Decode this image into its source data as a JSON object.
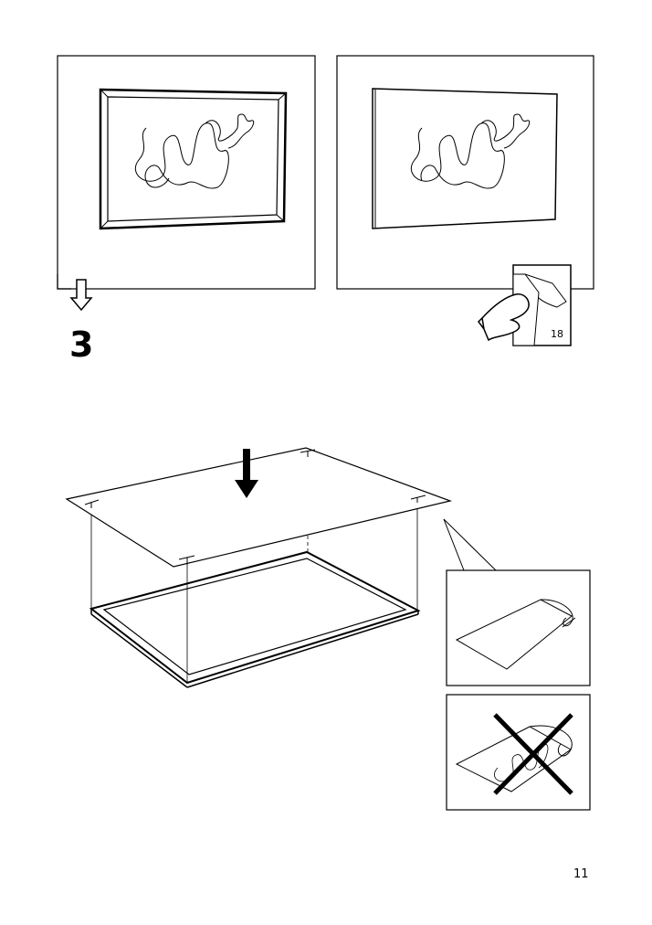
{
  "step": {
    "number": "3"
  },
  "reference": {
    "page": "18"
  },
  "footer": {
    "page_number": "11"
  }
}
